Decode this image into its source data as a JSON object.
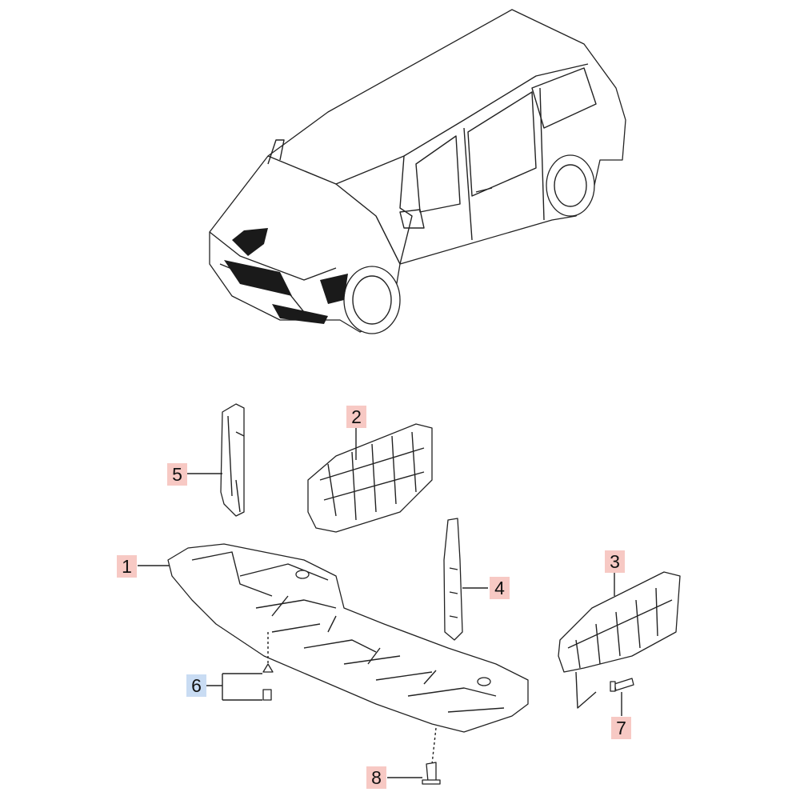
{
  "diagram": {
    "colors": {
      "part_label": "#f7c9c4",
      "hardware_label": "#c9dcf3",
      "line": "#222222"
    },
    "callouts": [
      {
        "id": "1",
        "kind": "part"
      },
      {
        "id": "2",
        "kind": "part"
      },
      {
        "id": "3",
        "kind": "part"
      },
      {
        "id": "4",
        "kind": "part"
      },
      {
        "id": "5",
        "kind": "part"
      },
      {
        "id": "6",
        "kind": "hardware"
      },
      {
        "id": "7",
        "kind": "part"
      },
      {
        "id": "8",
        "kind": "part"
      }
    ]
  }
}
